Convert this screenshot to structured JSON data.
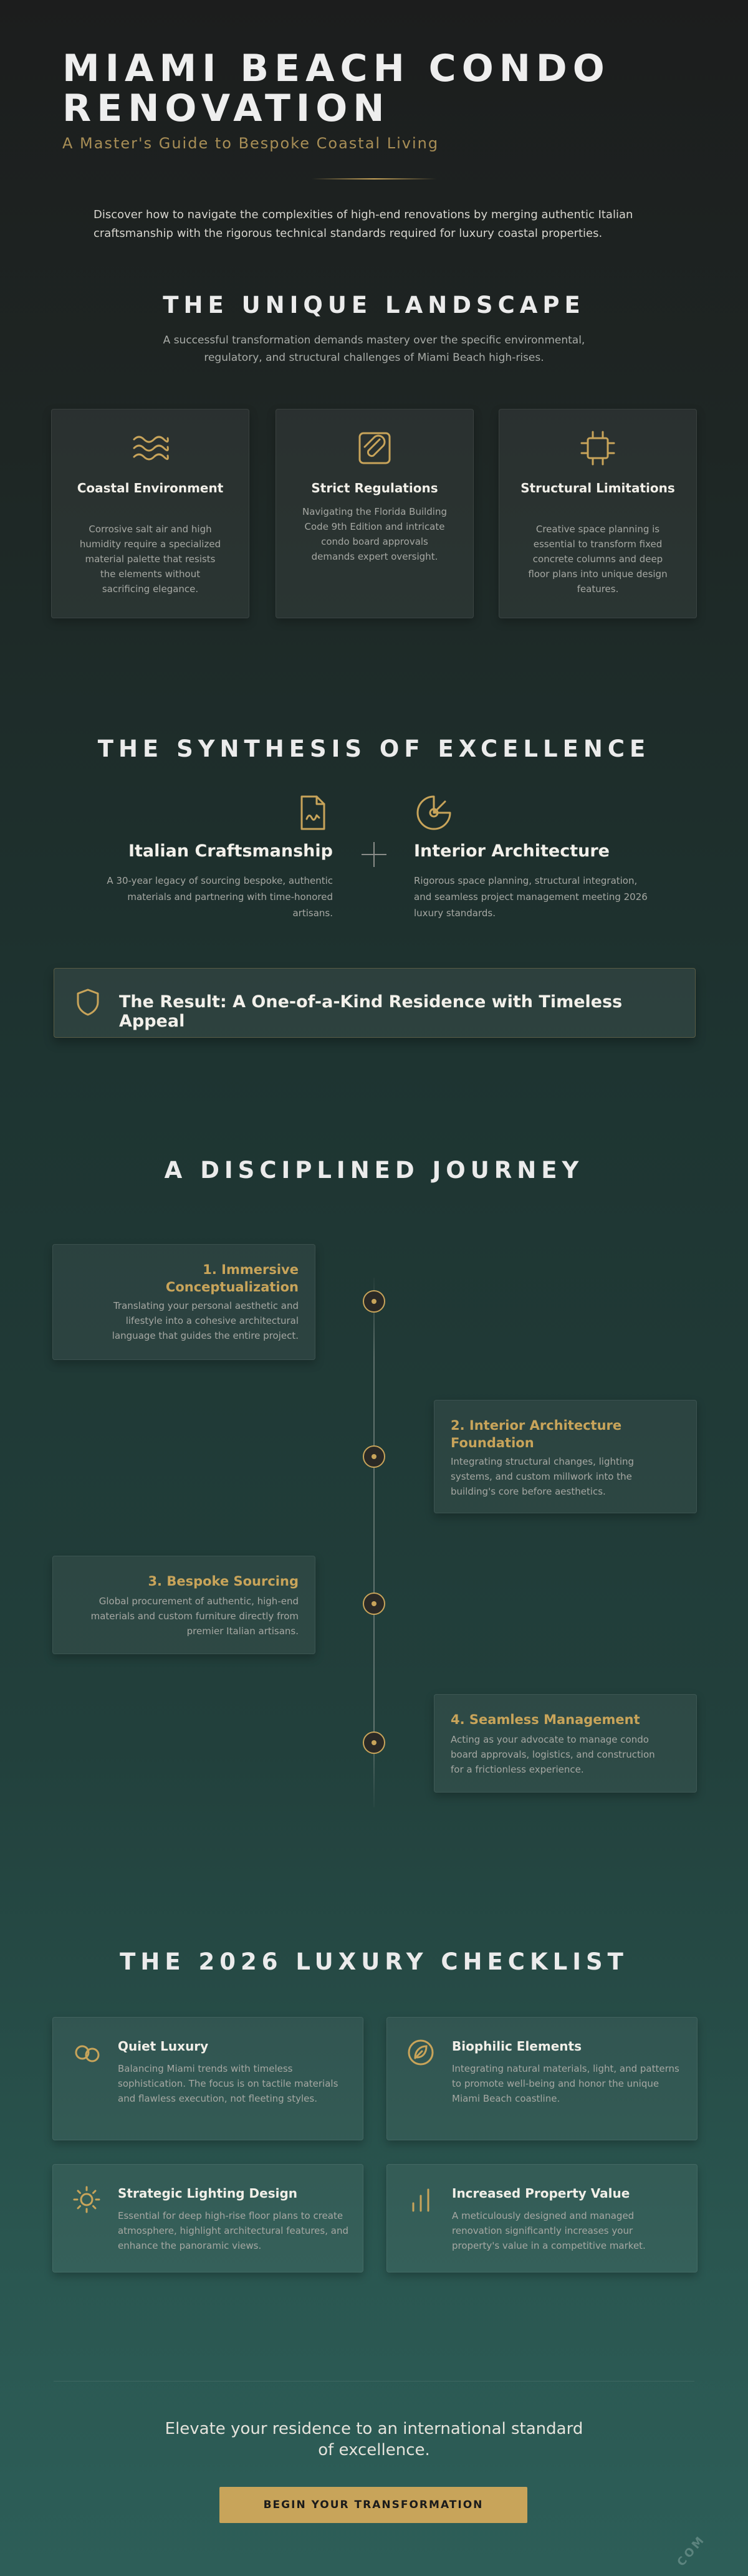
{
  "hero": {
    "title": "Miami Beach Condo Renovation",
    "subtitle": "A Master's Guide to Bespoke Coastal Living",
    "intro": "Discover how to navigate the complexities of high-end renovations by merging authentic Italian craftsmanship with the rigorous technical standards required for luxury coastal properties."
  },
  "landscape": {
    "title": "The Unique Landscape",
    "subtitle": "A successful transformation demands mastery over the specific environmental, regulatory, and structural challenges of Miami Beach high-rises.",
    "cards": [
      {
        "icon": "waves-icon",
        "title": "Coastal Environment",
        "text": "Corrosive salt air and high humidity require a specialized material palette that resists the elements without sacrificing elegance."
      },
      {
        "icon": "paperclip-document-icon",
        "title": "Strict Regulations",
        "text": "Navigating the Florida Building Code 9th Edition and intricate condo board approvals demands expert oversight."
      },
      {
        "icon": "crop-frame-icon",
        "title": "Structural Limitations",
        "text": "Creative space planning is essential to transform fixed concrete columns and deep floor plans into unique design features."
      }
    ]
  },
  "synthesis": {
    "title": "The Synthesis of Excellence",
    "left": {
      "icon": "signed-document-icon",
      "title": "Italian Craftsmanship",
      "text": "A 30-year legacy of sourcing bespoke, authentic materials and partnering with time-honored artisans."
    },
    "right": {
      "icon": "pie-chart-icon",
      "title": "Interior Architecture",
      "text": "Rigorous space planning, structural integration, and seamless project management meeting 2026 luxury standards."
    },
    "result": "The Result: A One-of-a-Kind Residence with Timeless Appeal"
  },
  "journey": {
    "title": "A Disciplined Journey",
    "steps": [
      {
        "title": "1. Immersive Conceptualization",
        "text": "Translating your personal aesthetic and lifestyle into a cohesive architectural language that guides the entire project."
      },
      {
        "title": "2. Interior Architecture Foundation",
        "text": "Integrating structural changes, lighting systems, and custom millwork into the building's core before aesthetics."
      },
      {
        "title": "3. Bespoke Sourcing",
        "text": "Global procurement of authentic, high-end materials and custom furniture directly from premier Italian artisans."
      },
      {
        "title": "4. Seamless Management",
        "text": "Acting as your advocate to manage condo board approvals, logistics, and construction for a frictionless experience."
      }
    ]
  },
  "checklist": {
    "title": "The 2026 Luxury Checklist",
    "items": [
      {
        "icon": "linked-circles-icon",
        "title": "Quiet Luxury",
        "text": "Balancing Miami trends with timeless sophistication. The focus is on tactile materials and flawless execution, not fleeting styles."
      },
      {
        "icon": "leaf-circle-icon",
        "title": "Biophilic Elements",
        "text": "Integrating natural materials, light, and patterns to promote well-being and honor the unique Miami Beach coastline."
      },
      {
        "icon": "sun-icon",
        "title": "Strategic Lighting Design",
        "text": "Essential for deep high-rise floor plans to create atmosphere, highlight architectural features, and enhance the panoramic views."
      },
      {
        "icon": "bar-chart-icon",
        "title": "Increased Property Value",
        "text": "A meticulously designed and managed renovation significantly increases your property's value in a competitive market."
      }
    ]
  },
  "cta": {
    "text": "Elevate your residence to an international standard of excellence.",
    "button": "Begin Your Transformation",
    "watermark": "COM"
  },
  "colors": {
    "accent": "#c8a45a",
    "text": "#e8e6df",
    "muted": "#a6a8a3"
  }
}
